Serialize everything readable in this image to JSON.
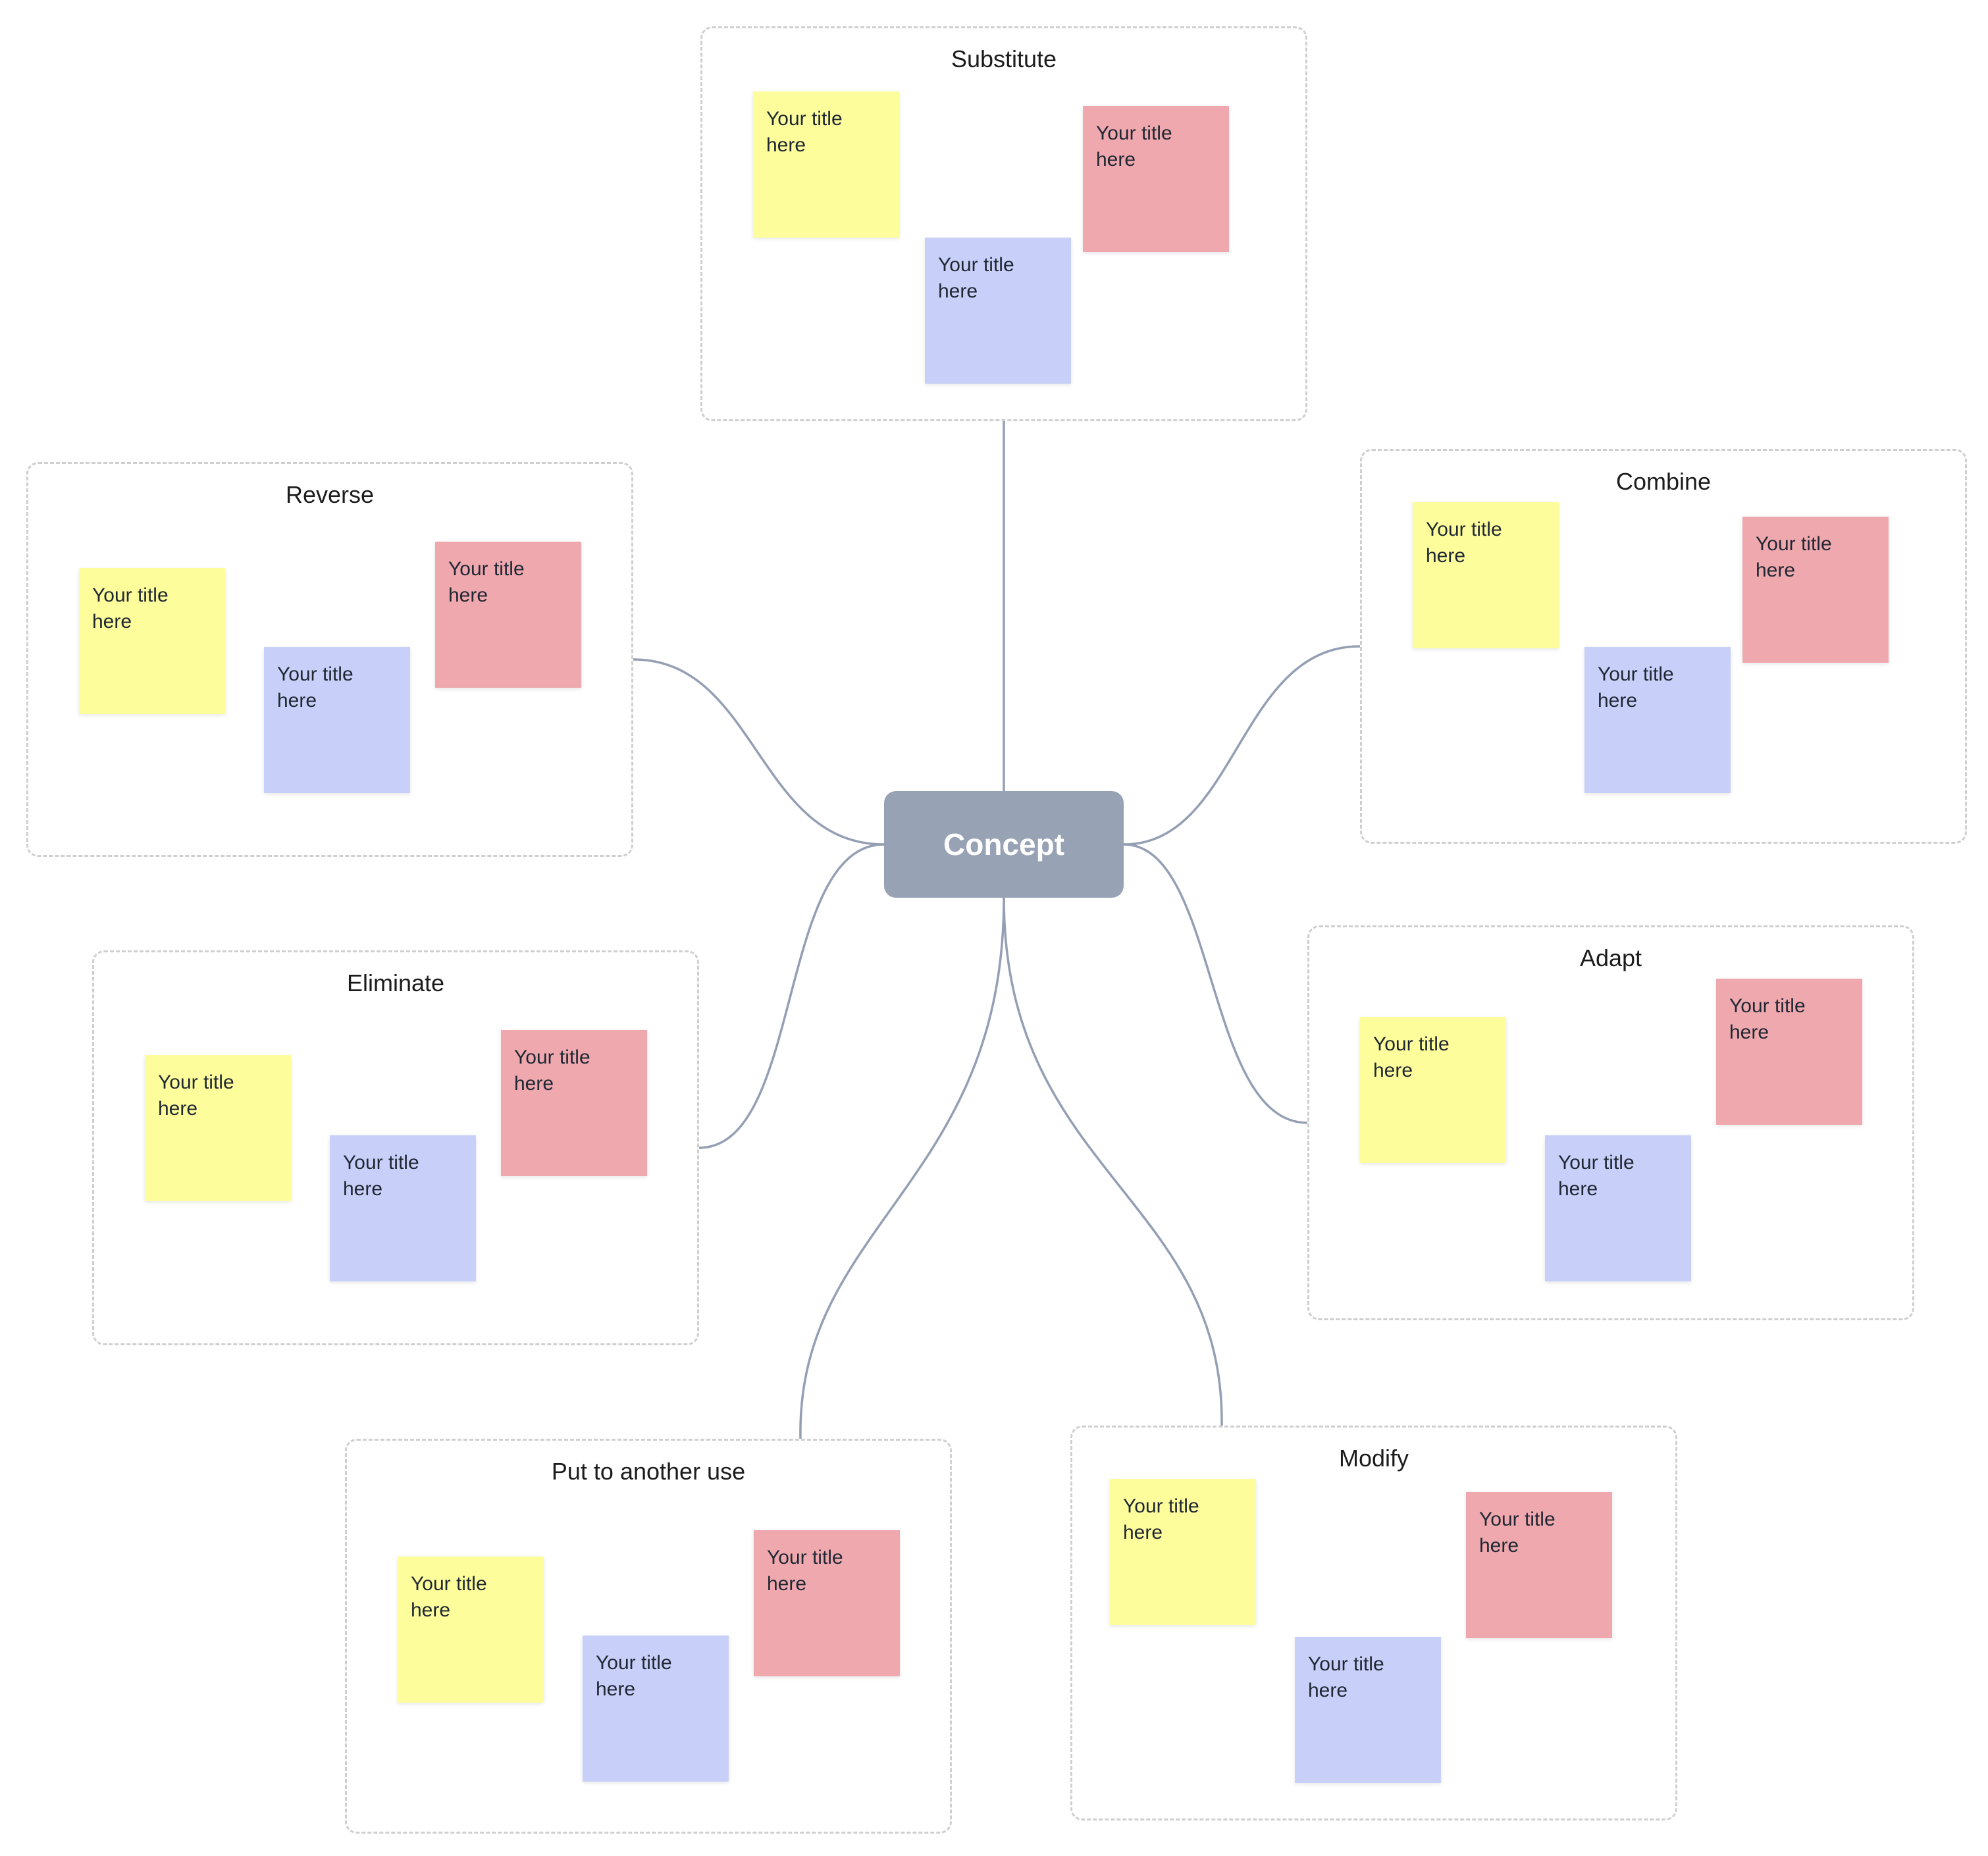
{
  "colors": {
    "connector": "#949fb4",
    "concept_fill": "#97a2b4",
    "note_yellow": "#fdfd9b",
    "note_red": "#efa8ae",
    "note_blue": "#c8d0f9",
    "group_border": "#cfcfcf"
  },
  "concept": {
    "label": "Concept"
  },
  "groups": [
    {
      "id": "substitute",
      "title": "Substitute",
      "notes": [
        "Your title here",
        "Your title here",
        "Your title here"
      ]
    },
    {
      "id": "combine",
      "title": "Combine",
      "notes": [
        "Your title here",
        "Your title here",
        "Your title here"
      ]
    },
    {
      "id": "adapt",
      "title": "Adapt",
      "notes": [
        "Your title here",
        "Your title here",
        "Your title here"
      ]
    },
    {
      "id": "modify",
      "title": "Modify",
      "notes": [
        "Your title here",
        "Your title here",
        "Your title here"
      ]
    },
    {
      "id": "put-to-another-use",
      "title": "Put to another use",
      "notes": [
        "Your title here",
        "Your title here",
        "Your title here"
      ]
    },
    {
      "id": "eliminate",
      "title": "Eliminate",
      "notes": [
        "Your title here",
        "Your title here",
        "Your title here"
      ]
    },
    {
      "id": "reverse",
      "title": "Reverse",
      "notes": [
        "Your title here",
        "Your title here",
        "Your title here"
      ]
    }
  ]
}
